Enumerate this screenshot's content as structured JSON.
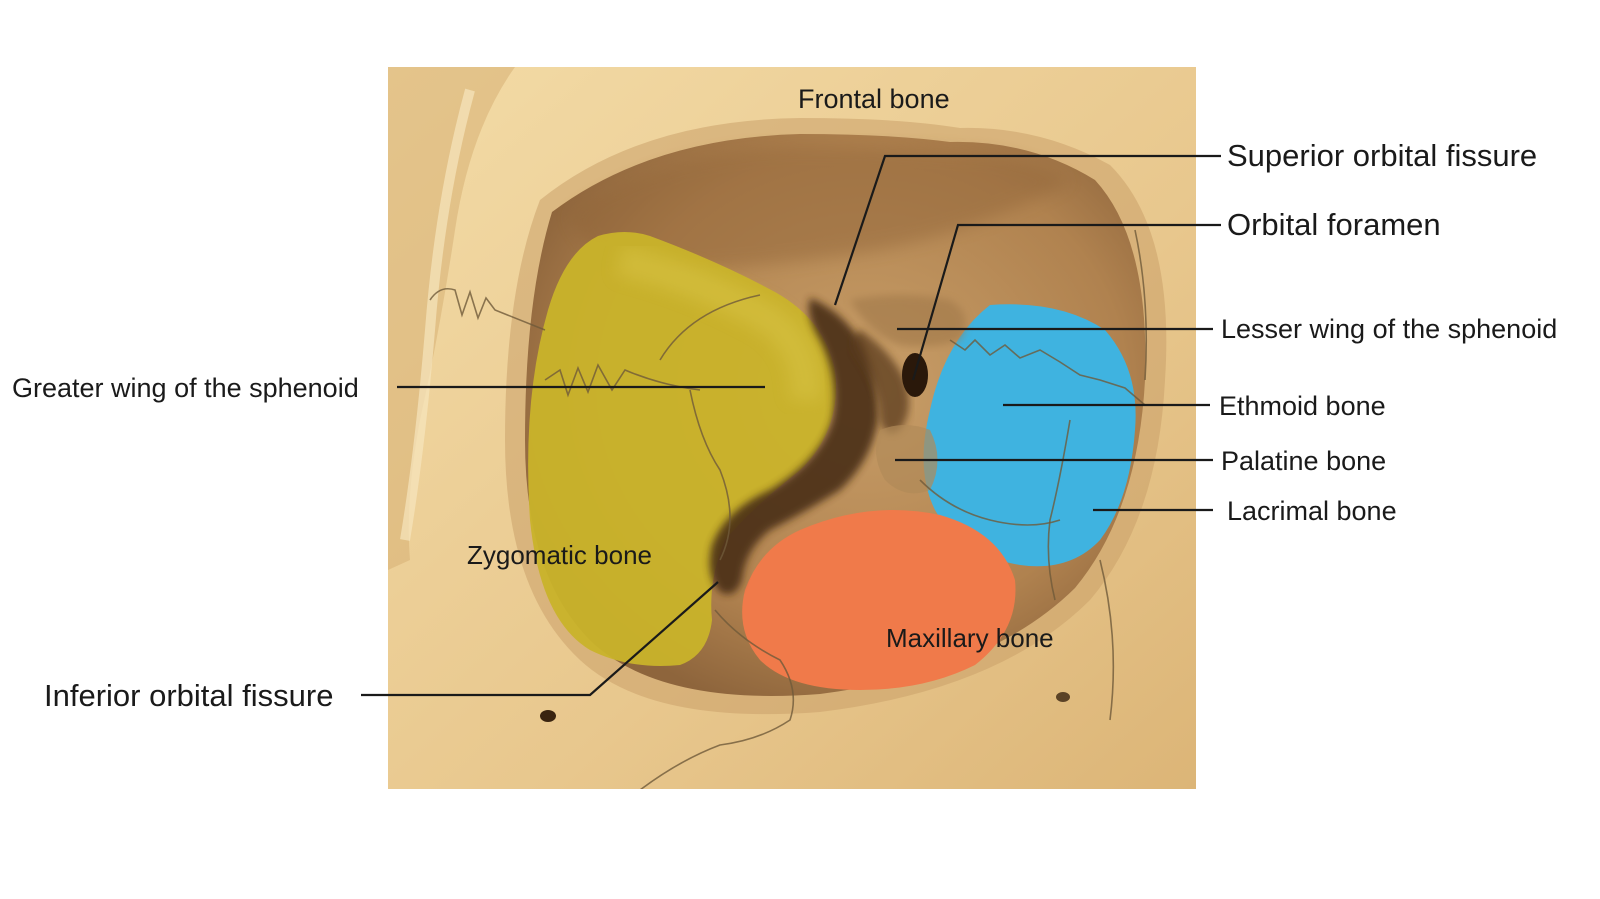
{
  "labels": {
    "frontal": "Frontal bone",
    "superior_fissure": "Superior orbital fissure",
    "orbital_foramen": "Orbital foramen",
    "lesser_wing": "Lesser wing of the sphenoid",
    "greater_wing": "Greater wing of the sphenoid",
    "ethmoid": "Ethmoid bone",
    "palatine": "Palatine bone",
    "lacrimal": "Lacrimal bone",
    "zygomatic": "Zygomatic bone",
    "maxillary": "Maxillary bone",
    "inferior_fissure": "Inferior orbital fissure"
  },
  "colors": {
    "bone": "#e9c98f",
    "bone_light": "#f4dcaa",
    "socket": "#b98b58",
    "socket_dark": "#8a6238",
    "greater_wing": "#c9b32a",
    "ethmoid": "#3fb3e0",
    "maxillary": "#f07a4a",
    "fissure": "#4a2e14"
  }
}
